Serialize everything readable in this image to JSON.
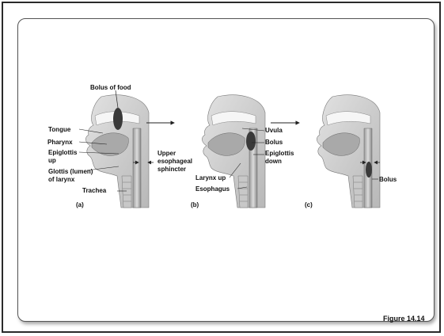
{
  "figure_label": "Figure 14.14",
  "panels": {
    "a": {
      "tag": "(a)",
      "labels": {
        "bolus_of_food": "Bolus of food",
        "tongue": "Tongue",
        "pharynx": "Pharynx",
        "epiglottis_line1": "Epiglottis",
        "epiglottis_line2": "up",
        "glottis_line1": "Glottis (lumen)",
        "glottis_line2": "of larynx",
        "trachea": "Trachea",
        "ues_line1": "Upper",
        "ues_line2": "esophageal",
        "ues_line3": "sphincter"
      }
    },
    "b": {
      "tag": "(b)",
      "labels": {
        "uvula": "Uvula",
        "bolus": "Bolus",
        "epiglottis_line1": "Epiglottis",
        "epiglottis_line2": "down",
        "larynx_up": "Larynx up",
        "esophagus": "Esophagus"
      }
    },
    "c": {
      "tag": "(c)",
      "labels": {
        "bolus": "Bolus"
      }
    }
  }
}
